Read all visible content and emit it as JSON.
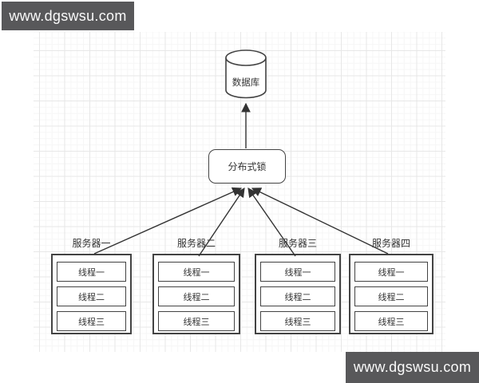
{
  "watermark": {
    "text": "www.dgswsu.com"
  },
  "diagram": {
    "database": {
      "label": "数据库"
    },
    "lock": {
      "label": "分布式锁"
    },
    "servers": [
      {
        "label": "服务器一",
        "threads": [
          "线程一",
          "线程二",
          "线程三"
        ]
      },
      {
        "label": "服务器二",
        "threads": [
          "线程一",
          "线程二",
          "线程三"
        ]
      },
      {
        "label": "服务器三",
        "threads": [
          "线程一",
          "线程二",
          "线程三"
        ]
      },
      {
        "label": "服务器四",
        "threads": [
          "线程一",
          "线程二",
          "线程三"
        ]
      }
    ],
    "arrows": [
      {
        "from": "分布式锁",
        "to": "数据库"
      },
      {
        "from": "服务器一",
        "to": "分布式锁"
      },
      {
        "from": "服务器二",
        "to": "分布式锁"
      },
      {
        "from": "服务器三",
        "to": "分布式锁"
      },
      {
        "from": "服务器四",
        "to": "分布式锁"
      }
    ]
  },
  "colors": {
    "page_bg": "#ffffff",
    "grid_major": "#e7e7e7",
    "grid_minor": "#f6f6f6",
    "border": "#434343",
    "shape_fill": "#ffffff",
    "text": "#333333",
    "arrow": "#333333",
    "watermark_bg": "#58585a",
    "watermark_fg": "#fafafa"
  }
}
